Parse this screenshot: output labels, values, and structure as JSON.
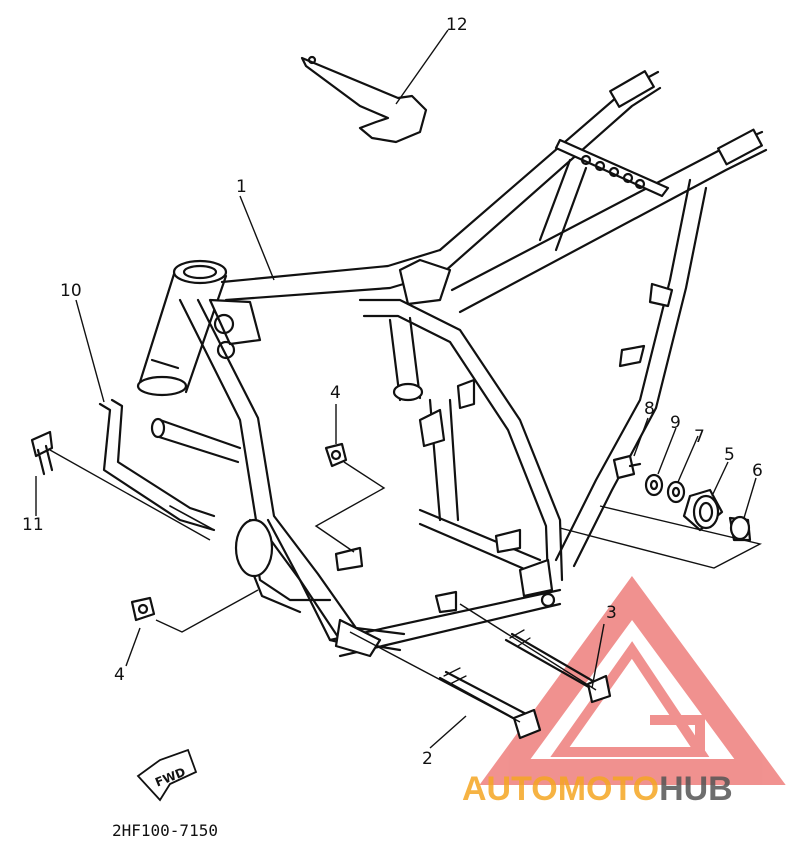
{
  "diagram": {
    "part_code": "2HF100-7150",
    "fwd_label": "FWD",
    "callouts": {
      "c1": "1",
      "c2": "2",
      "c3": "3",
      "c4a": "4",
      "c4b": "4",
      "c5": "5",
      "c6": "6",
      "c7": "7",
      "c8": "8",
      "c9": "9",
      "c10": "10",
      "c11": "11",
      "c12": "12"
    }
  },
  "watermark": {
    "part1": "AUTOMOTO",
    "part2": "HUB",
    "color_orange": "#f5a623",
    "color_red": "#e53935",
    "color_dark": "#555555"
  }
}
